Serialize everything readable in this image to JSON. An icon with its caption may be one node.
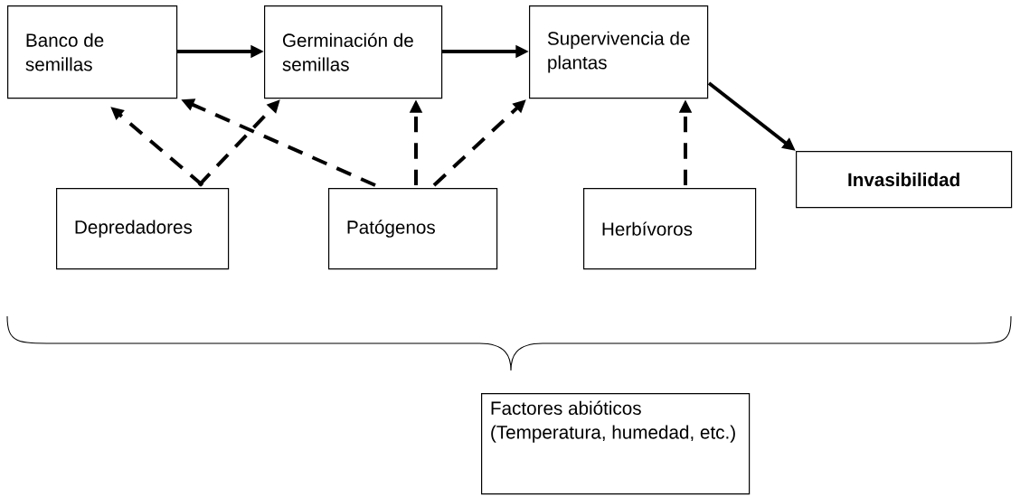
{
  "diagram": {
    "nodes": [
      {
        "text": [
          "Banco de semillas"
        ]
      },
      {
        "text": [
          "Germinación de semillas"
        ]
      },
      {
        "text": [
          "Supervivencia de plantas"
        ]
      },
      {
        "text": [
          "Invasibilidad"
        ]
      },
      {
        "text": [
          "Depredadores"
        ]
      },
      {
        "text": [
          "Patógenos"
        ]
      },
      {
        "text": [
          "Herbívoros"
        ]
      },
      {
        "text": [
          "Factores abióticos (Temperatura, humedad, etc.)"
        ]
      }
    ],
    "edges": [
      {
        "from": 0,
        "to": 1,
        "arrow": "to"
      },
      {
        "from": 1,
        "to": 2,
        "arrow": "to"
      },
      {
        "from": 2,
        "to": 3,
        "arrow": "to"
      },
      {
        "from": 4,
        "to": 0,
        "arrow": "to",
        "style": "dashed"
      },
      {
        "from": 4,
        "to": 1,
        "arrow": "to",
        "style": "dashed"
      },
      {
        "from": 5,
        "to": 0,
        "arrow": "to",
        "style": "dashed"
      },
      {
        "from": 5,
        "to": 1,
        "arrow": "to",
        "style": "dashed"
      },
      {
        "from": 5,
        "to": 2,
        "arrow": "to",
        "style": "dashed"
      },
      {
        "from": 6,
        "to": 2,
        "arrow": "to",
        "style": "dashed"
      }
    ]
  }
}
